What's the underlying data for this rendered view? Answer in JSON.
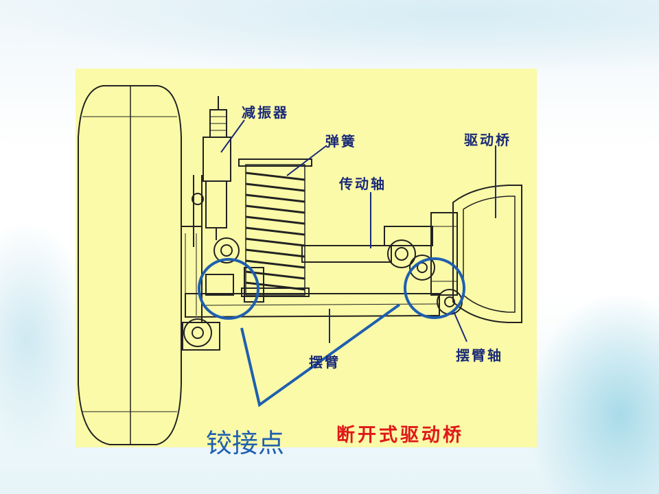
{
  "labels": {
    "shock_absorber": "减振器",
    "spring": "弹簧",
    "drive_axle": "驱动桥",
    "drive_shaft": "传动轴",
    "swing_arm": "摆臂",
    "swing_arm_shaft": "摆臂轴",
    "hinge_point": "铰接点",
    "title": "断开式驱动桥"
  },
  "colors": {
    "panel": "#fafaa8",
    "line_drawing": "#222222",
    "label_text": "#1a2a78",
    "title_text": "#e01818",
    "hinge_marker": "#1f5fb0"
  }
}
